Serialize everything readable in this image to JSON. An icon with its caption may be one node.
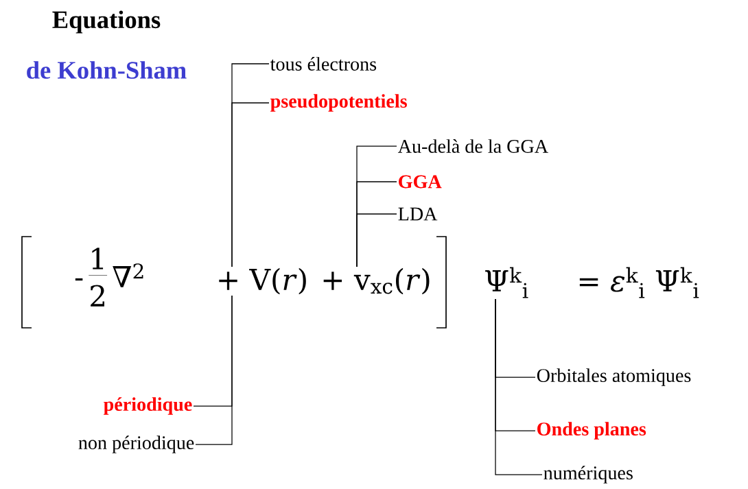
{
  "diagram": {
    "nodes": [
      {
        "text": [
          "-",
          "1",
          "2",
          "∇$^{2}$"
        ]
      },
      {
        "text": [
          "+  V(*r*)"
        ]
      },
      {
        "text": [
          "+ v$_{xc}$(*r*)"
        ]
      },
      {
        "text": [
          "Ψ$^{k}$$_{i}$"
        ]
      },
      {
        "text": [
          "= *ε*$^{k}$$_{i}$  Ψ$^{k}$$_{i}$"
        ]
      },
      {
        "text": [
          "tous électrons"
        ]
      },
      {
        "text": [
          "pseudopotentiels"
        ]
      },
      {
        "text": [
          "Au-delà de la GGA"
        ]
      },
      {
        "text": [
          "GGA"
        ]
      },
      {
        "text": [
          "LDA"
        ]
      },
      {
        "text": [
          "périodique"
        ]
      },
      {
        "text": [
          "non périodique"
        ]
      },
      {
        "text": [
          "Orbitales atomiques"
        ]
      },
      {
        "text": [
          "Ondes planes"
        ]
      },
      {
        "text": [
          "numériques"
        ]
      }
    ],
    "edges": [
      {
        "from": 1,
        "to": 5,
        "arrow": "none"
      },
      {
        "from": 1,
        "to": 6,
        "arrow": "none"
      },
      {
        "from": 2,
        "to": 7,
        "arrow": "none"
      },
      {
        "from": 2,
        "to": 8,
        "arrow": "none"
      },
      {
        "from": 2,
        "to": 9,
        "arrow": "none"
      },
      {
        "from": 1,
        "to": 10,
        "arrow": "none"
      },
      {
        "from": 1,
        "to": 11,
        "arrow": "none"
      },
      {
        "from": 3,
        "to": 12,
        "arrow": "none"
      },
      {
        "from": 3,
        "to": 13,
        "arrow": "none"
      },
      {
        "from": 3,
        "to": 14,
        "arrow": "none"
      }
    ],
    "labels": [
      "Equations",
      "de Kohn-Sham"
    ]
  }
}
